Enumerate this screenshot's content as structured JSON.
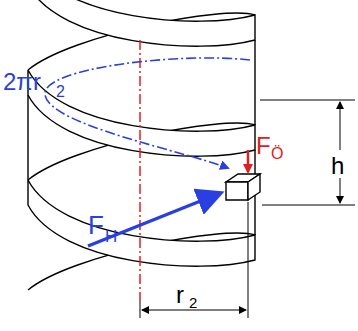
{
  "diagram": {
    "labels": [
      "2πr",
      "2",
      "F",
      "Ö",
      "h",
      "F",
      "H",
      "r",
      "2"
    ]
  }
}
